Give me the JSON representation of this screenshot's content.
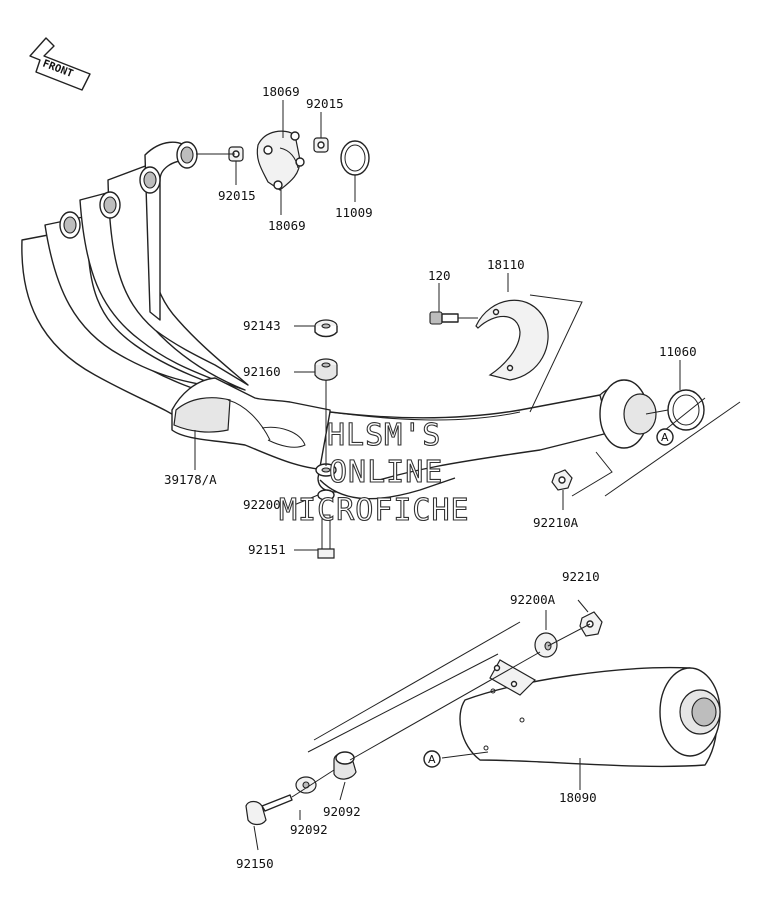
{
  "direction_marker": {
    "text": "FRONT"
  },
  "watermark": {
    "line1": "HLSM'S",
    "line2": "ONLINE",
    "line3": "MICROFICHE"
  },
  "parts": {
    "p18069_top": "18069",
    "p92015_top": "92015",
    "p92015_left": "92015",
    "p18069_bottom": "18069",
    "p11009": "11009",
    "p120": "120",
    "p18110": "18110",
    "p11060": "11060",
    "p92143": "92143",
    "p92160": "92160",
    "p39178": "39178/A",
    "p92200": "92200",
    "p92151": "92151",
    "p92210A": "92210A",
    "p92210": "92210",
    "p92200A": "92200A",
    "p92092_right": "92092",
    "p92092_left": "92092",
    "p18090": "18090",
    "p92150": "92150"
  },
  "refs": {
    "ref_a_upper": "A",
    "ref_a_lower": "A"
  }
}
